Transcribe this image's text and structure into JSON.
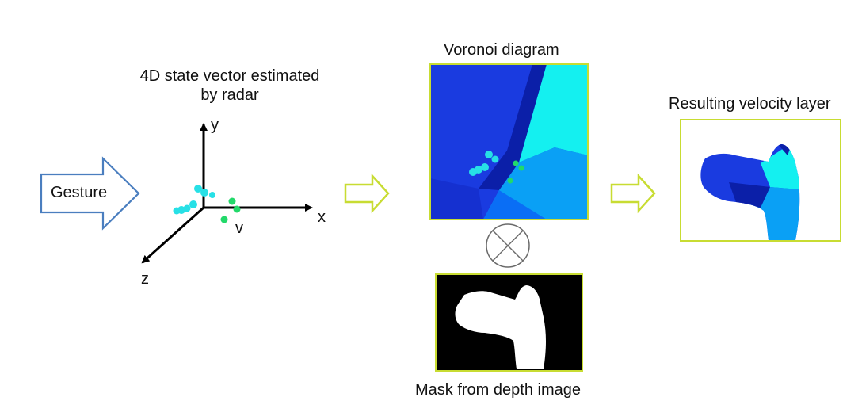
{
  "gesture": {
    "label": "Gesture"
  },
  "radar": {
    "title_line1": "4D state vector estimated",
    "title_line2": "by radar",
    "axis_x": "x",
    "axis_y": "y",
    "axis_z": "z",
    "axis_v": "v"
  },
  "voronoi": {
    "title": "Voronoi diagram"
  },
  "operator": {
    "symbol": "⊗"
  },
  "mask": {
    "caption": "Mask from depth image"
  },
  "result": {
    "title": "Resulting velocity layer"
  },
  "colors": {
    "gesture_arrow": "#4a7ebf",
    "flow_arrow": "#c8dc32",
    "frame_border": "#c8dc32",
    "point_cyan": "#27e0e6",
    "point_green": "#22d96a",
    "voronoi_blue": "#1a3be0",
    "voronoi_dark": "#0b1fa8",
    "voronoi_cyan": "#14f0f0",
    "voronoi_sky": "#0aa0f5",
    "voronoi_mid": "#0a6ef5"
  }
}
